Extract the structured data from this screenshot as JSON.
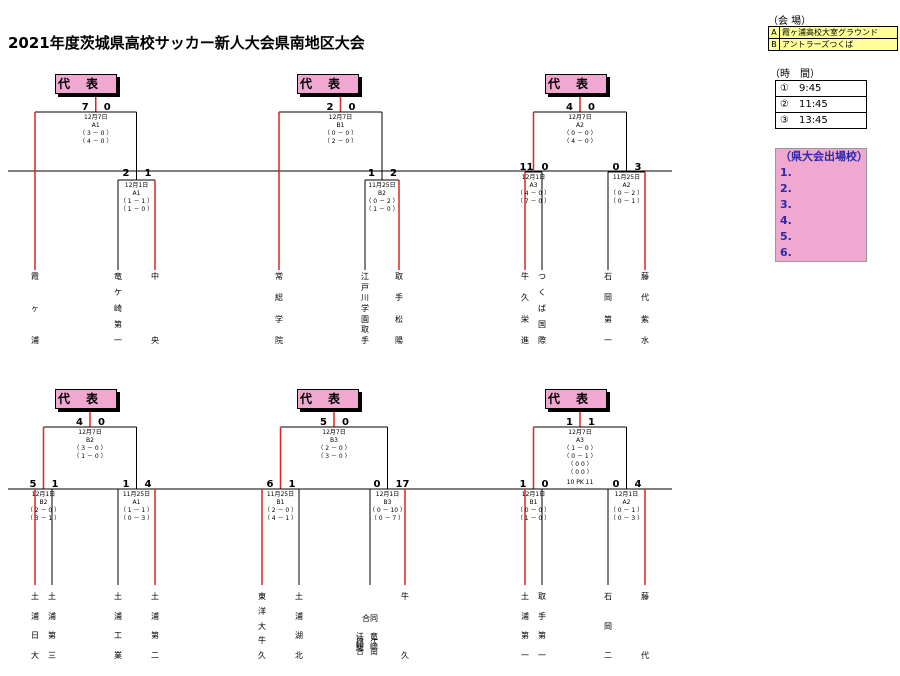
{
  "title": "2021年度茨城県高校サッカー新人大会県南地区大会",
  "daihyo": "代表",
  "venue": {
    "label": "（会 場）",
    "items": [
      {
        "key": "A",
        "name": "霞ヶ浦高校大室グラウンド"
      },
      {
        "key": "B",
        "name": "アントラーズつくば"
      }
    ]
  },
  "time": {
    "label": "（時　間）",
    "items": [
      "①　9:45",
      "②　11:45",
      "③　13:45"
    ]
  },
  "qualifiers": {
    "label": "（県大会出場校）",
    "items": [
      "1.",
      "2.",
      "3.",
      "4.",
      "5.",
      "6."
    ]
  },
  "colors": {
    "win": "#dd2222",
    "lose": "#000000",
    "daihyo_bg": "#f0a8d0",
    "venue_bg": "#ffff9c"
  },
  "brackets": [
    {
      "top_score": [
        "7",
        "0"
      ],
      "top_match": [
        "12月7日",
        "A1",
        "（ 3 － 0 ）",
        "（ 4 － 0 ）"
      ],
      "right_score": [
        "2",
        "1"
      ],
      "right_match": [
        "12月1日",
        "A1",
        "（ 1 － 1 ）",
        "（ 1 － 0 ）"
      ],
      "schools": [
        [
          "霞",
          "ヶ",
          "浦"
        ],
        [
          "竜",
          "ケ",
          "崎",
          "第",
          "一"
        ],
        [
          "中",
          "央"
        ]
      ]
    },
    {
      "top_score": [
        "2",
        "0"
      ],
      "top_match": [
        "12月7日",
        "B1",
        "（ 0 － 0 ）",
        "（ 2 － 0 ）"
      ],
      "right_score": [
        "1",
        "2"
      ],
      "right_match": [
        "11月25日",
        "B2",
        "（ 0 － 2 ）",
        "（ 1 － 0 ）"
      ],
      "schools": [
        [
          "常",
          "総",
          "学",
          "院"
        ],
        [
          "江",
          "戸",
          "川",
          "学",
          "園",
          "取",
          "手"
        ],
        [
          "取",
          "手",
          "松",
          "陽"
        ]
      ]
    },
    {
      "top_score": [
        "4",
        "0"
      ],
      "top_match": [
        "12月7日",
        "A2",
        "（ 0 － 0 ）",
        "（ 4 － 0 ）"
      ],
      "left_score": [
        "11",
        "0"
      ],
      "left_match": [
        "12月1日",
        "A3",
        "（ 4 － 0 ）",
        "（ 7 － 0 ）"
      ],
      "right_score": [
        "0",
        "3"
      ],
      "right_match": [
        "11月25日",
        "A2",
        "（ 0 － 2 ）",
        "（ 0 － 1 ）"
      ],
      "schools": [
        [
          "牛",
          "久",
          "栄",
          "進"
        ],
        [
          "つ",
          "く",
          "ば",
          "国",
          "際"
        ],
        [
          "石",
          "岡",
          "第",
          "一"
        ],
        [
          "藤",
          "代",
          "紫",
          "水"
        ]
      ]
    },
    {
      "top_score": [
        "4",
        "0"
      ],
      "top_match": [
        "12月7日",
        "B2",
        "（ 3 － 0 ）",
        "（ 1 － 0 ）"
      ],
      "left_score": [
        "5",
        "1"
      ],
      "left_match": [
        "12月1日",
        "B2",
        "（ 2 － 0 ）",
        "（ 3 － 1 ）"
      ],
      "right_score": [
        "1",
        "4"
      ],
      "right_match": [
        "11月25日",
        "A1",
        "（ 1 － 1 ）",
        "（ 0 － 3 ）"
      ],
      "schools": [
        [
          "土",
          "浦",
          "日",
          "大"
        ],
        [
          "土",
          "浦",
          "第",
          "三"
        ],
        [
          "土",
          "浦",
          "工",
          "業"
        ],
        [
          "土",
          "浦",
          "第",
          "二"
        ]
      ]
    },
    {
      "top_score": [
        "5",
        "0"
      ],
      "top_match": [
        "12月7日",
        "B3",
        "（ 2 － 0 ）",
        "（ 3 － 0 ）"
      ],
      "left_score": [
        "6",
        "1"
      ],
      "left_match": [
        "11月25日",
        "B1",
        "（ 2 － 0 ）",
        "（ 4 － 1 ）"
      ],
      "right_score": [
        "0",
        "17"
      ],
      "right_match": [
        "12月1日",
        "B3",
        "（ 0 － 10 ）",
        "（ 0 － 7 ）"
      ],
      "schools": [
        [
          "東",
          "洋",
          "大",
          "牛",
          "久"
        ],
        [
          "土",
          "浦",
          "湖",
          "北"
        ],
        [
          "合同"
        ],
        [
          "牛",
          "久"
        ]
      ],
      "godo": [
        "江戸崎総合",
        "竜ケ崎南"
      ]
    },
    {
      "top_score": [
        "1",
        "1"
      ],
      "top_match": [
        "12月7日",
        "A3",
        "（ 1 － 0 ）",
        "（ 0 － 1 ）",
        "（ 0 0 ）",
        "（ 0 0 ）"
      ],
      "pk": "10 PK 11",
      "left_score": [
        "1",
        "0"
      ],
      "left_match": [
        "12月1日",
        "B1",
        "（ 0 － 0 ）",
        "（ 1 － 0 ）"
      ],
      "right_score": [
        "0",
        "4"
      ],
      "right_match": [
        "12月1日",
        "A2",
        "（ 0 － 1 ）",
        "（ 0 － 3 ）"
      ],
      "schools": [
        [
          "土",
          "浦",
          "第",
          "一"
        ],
        [
          "取",
          "手",
          "第",
          "一"
        ],
        [
          "石",
          "岡",
          "二"
        ],
        [
          "藤",
          "代"
        ]
      ]
    }
  ]
}
